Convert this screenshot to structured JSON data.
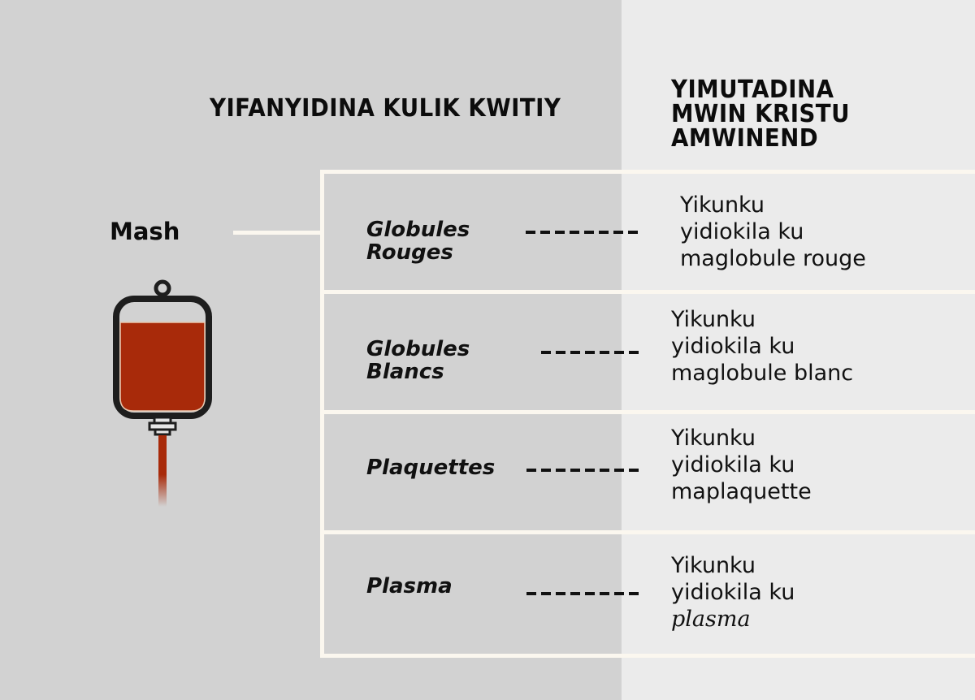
{
  "headers": {
    "left": "YIFANYIDINA KULIK KWITIY",
    "right_lines": [
      "YIMUTADINA",
      "MWIN KRISTU",
      "AMWINEND"
    ]
  },
  "source": {
    "label": "Mash",
    "icon": "blood-bag-icon",
    "fill_color": "#a82a0a",
    "outline_color": "#1e1e1e"
  },
  "components": [
    {
      "name_lines": [
        "Globules",
        "Rouges"
      ],
      "desc_lines": [
        "Yikunku",
        "yidiokila ku",
        "maglobule rouge"
      ],
      "desc_italic_last": false
    },
    {
      "name_lines": [
        "Globules",
        "Blancs"
      ],
      "desc_lines": [
        "Yikunku",
        "yidiokila ku",
        "maglobule blanc"
      ],
      "desc_italic_last": false
    },
    {
      "name_lines": [
        "Plaquettes"
      ],
      "desc_lines": [
        "Yikunku",
        "yidiokila ku",
        "maplaquette"
      ],
      "desc_italic_last": false
    },
    {
      "name_lines": [
        "Plasma"
      ],
      "desc_lines": [
        "Yikunku",
        "yidiokila ku",
        "plasma"
      ],
      "desc_italic_last": true
    }
  ],
  "colors": {
    "left_background": "#d2d2d2",
    "right_background": "#ebebeb",
    "frame_lines": "#fbf7ef",
    "text": "#111111"
  }
}
